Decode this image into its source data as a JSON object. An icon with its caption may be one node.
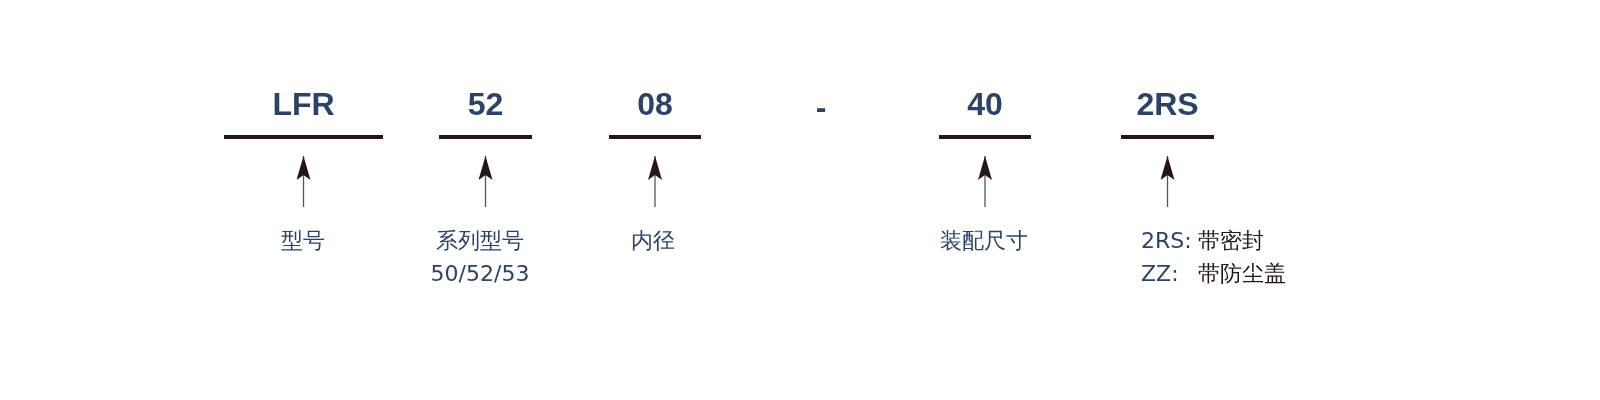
{
  "diagram": {
    "nodes": [
      {
        "text": [
          "LFR"
        ]
      },
      {
        "text": [
          "52"
        ]
      },
      {
        "text": [
          "08"
        ]
      },
      {
        "text": [
          "40"
        ]
      },
      {
        "text": [
          "2RS"
        ]
      },
      {
        "text": [
          "型号"
        ]
      },
      {
        "text": [
          "系列型号",
          "50/52/53"
        ]
      },
      {
        "text": [
          "内径"
        ]
      },
      {
        "text": [
          "装配尺寸"
        ]
      },
      {
        "text": [
          "2RS:",
          "带密封",
          "ZZ:",
          "带防尘盖"
        ]
      }
    ],
    "edges": [
      {
        "from": 5,
        "to": 0,
        "arrow": "to"
      },
      {
        "from": 6,
        "to": 1,
        "arrow": "to"
      },
      {
        "from": 7,
        "to": 2,
        "arrow": "to"
      },
      {
        "from": 8,
        "to": 3,
        "arrow": "to"
      },
      {
        "from": 9,
        "to": 4,
        "arrow": "to"
      }
    ],
    "labels": [
      "-"
    ]
  }
}
